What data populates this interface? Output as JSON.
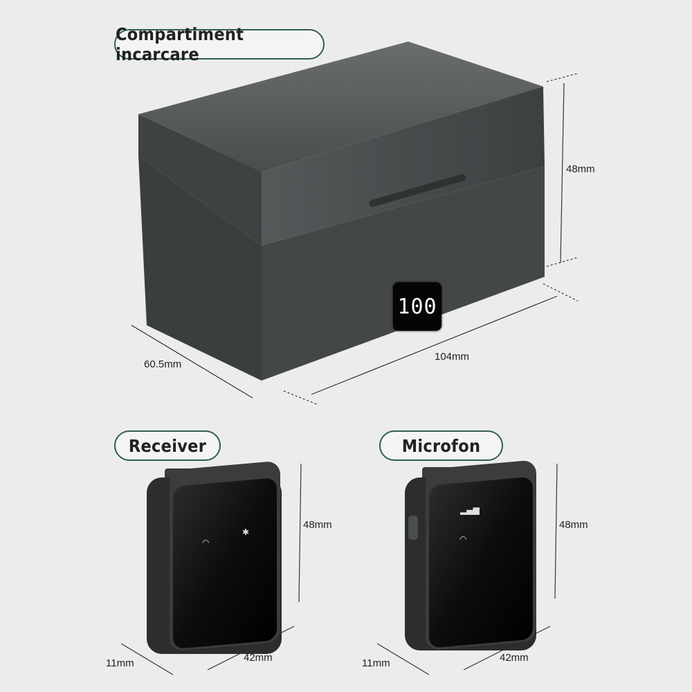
{
  "case": {
    "label": "Compartiment incarcare",
    "display_value": "100",
    "height": "48mm",
    "depth": "60.5mm",
    "width": "104mm"
  },
  "receiver": {
    "label": "Receiver",
    "height": "48mm",
    "depth": "11mm",
    "width": "42mm"
  },
  "microphone": {
    "label": "Microfon",
    "height": "48mm",
    "depth": "11mm",
    "width": "42mm"
  },
  "colors": {
    "callout_border": "#2f5e52",
    "background": "#ececec",
    "device": "#3a3c3d",
    "screen_icon_blue": "#2a7bff"
  }
}
